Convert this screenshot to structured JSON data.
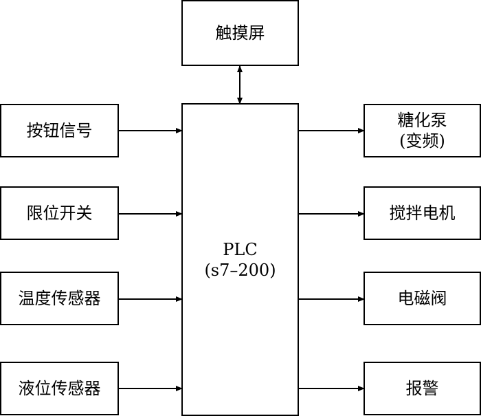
{
  "touchscreen": "触摸屏",
  "plc": {
    "line1": "PLC",
    "line2": "(s7–200)"
  },
  "inputs": {
    "buttons": "按钮信号",
    "limit_switch": "限位开关",
    "temperature_sensor": "温度传感器",
    "level_sensor": "液位传感器"
  },
  "outputs": {
    "pump": {
      "line1": "糖化泵",
      "line2": "(变频)"
    },
    "mixer_motor": "搅拌电机",
    "solenoid_valve": "电磁阀",
    "alarm": "报警"
  }
}
